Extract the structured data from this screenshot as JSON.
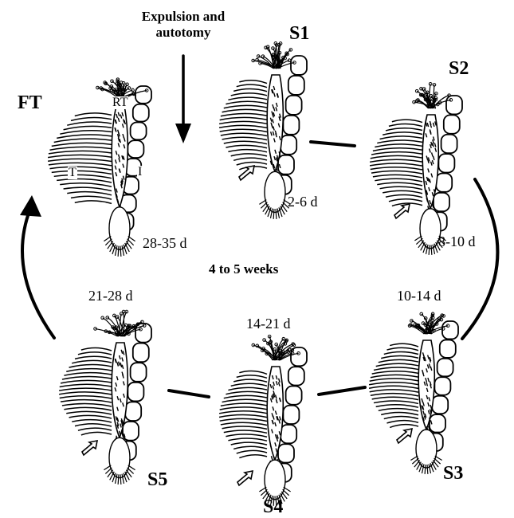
{
  "title": {
    "line1": "Expulsion and",
    "line2": "autotomy"
  },
  "center_label": "4 to 5 weeks",
  "stages": {
    "ft": {
      "label": "FT",
      "days": "28-35 d"
    },
    "s1": {
      "label": "S1",
      "days": "2-6 d"
    },
    "s2": {
      "label": "S2",
      "days": "8-10 d"
    },
    "s3": {
      "label": "S3",
      "days": "10-14 d"
    },
    "s4": {
      "label": "S4",
      "days": "14-21 d"
    },
    "s5": {
      "label": "S5",
      "days": "21-28 d"
    }
  },
  "part_labels": {
    "rt": "RT",
    "t": "T",
    "i": "I"
  },
  "colors": {
    "ink": "#000000",
    "background": "#ffffff"
  }
}
